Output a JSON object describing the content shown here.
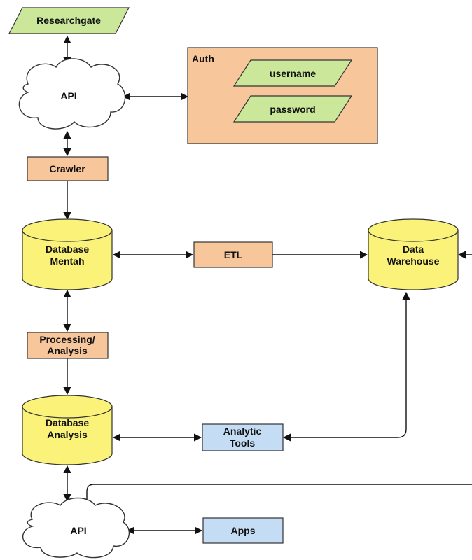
{
  "diagram": {
    "colors": {
      "io_fill": "#cbe89a",
      "process_fill": "#f7c69b",
      "database_fill": "#fbf27a",
      "tool_fill": "#c5dcf5",
      "cloud_fill": "#ffffff",
      "stroke": "#333333"
    },
    "nodes": {
      "researchgate": "Researchgate",
      "api_top": "API",
      "auth": "Auth",
      "username": "username",
      "password": "password",
      "crawler": "Crawler",
      "db_mentah": [
        "Database",
        "Mentah"
      ],
      "etl": "ETL",
      "data_warehouse": [
        "Data",
        "Warehouse"
      ],
      "processing": [
        "Processing/",
        "Analysis"
      ],
      "db_analysis": [
        "Database",
        "Analysis"
      ],
      "analytic_tools": [
        "Analytic",
        "Tools"
      ],
      "api_bottom": "API",
      "apps": "Apps"
    }
  }
}
